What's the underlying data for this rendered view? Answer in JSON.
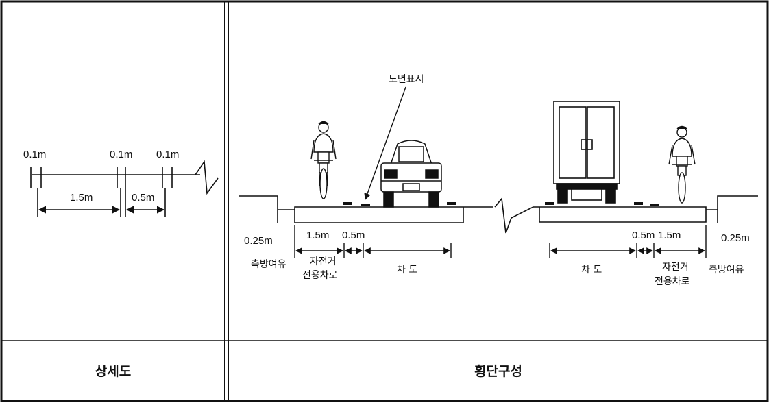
{
  "table": {
    "left_caption": "상세도",
    "right_caption": "횡단구성"
  },
  "detail": {
    "dim_top": [
      "0.1m",
      "0.1m",
      "0.1m"
    ],
    "dim_bike": "1.5m",
    "dim_buffer": "0.5m"
  },
  "section": {
    "road_marking": "노면표시",
    "left": {
      "shoulder_width": "0.25m",
      "bike_width": "1.5m",
      "buffer_width": "0.5m",
      "shoulder_label": "측방여유",
      "bike_label_line1": "자전거",
      "bike_label_line2": "전용차로",
      "lane_label": "차 도"
    },
    "right": {
      "buffer_width": "0.5m",
      "bike_width": "1.5m",
      "shoulder_width": "0.25m",
      "lane_label": "차 도",
      "bike_label_line1": "자전거",
      "bike_label_line2": "전용차로",
      "shoulder_label": "측방여유"
    }
  }
}
